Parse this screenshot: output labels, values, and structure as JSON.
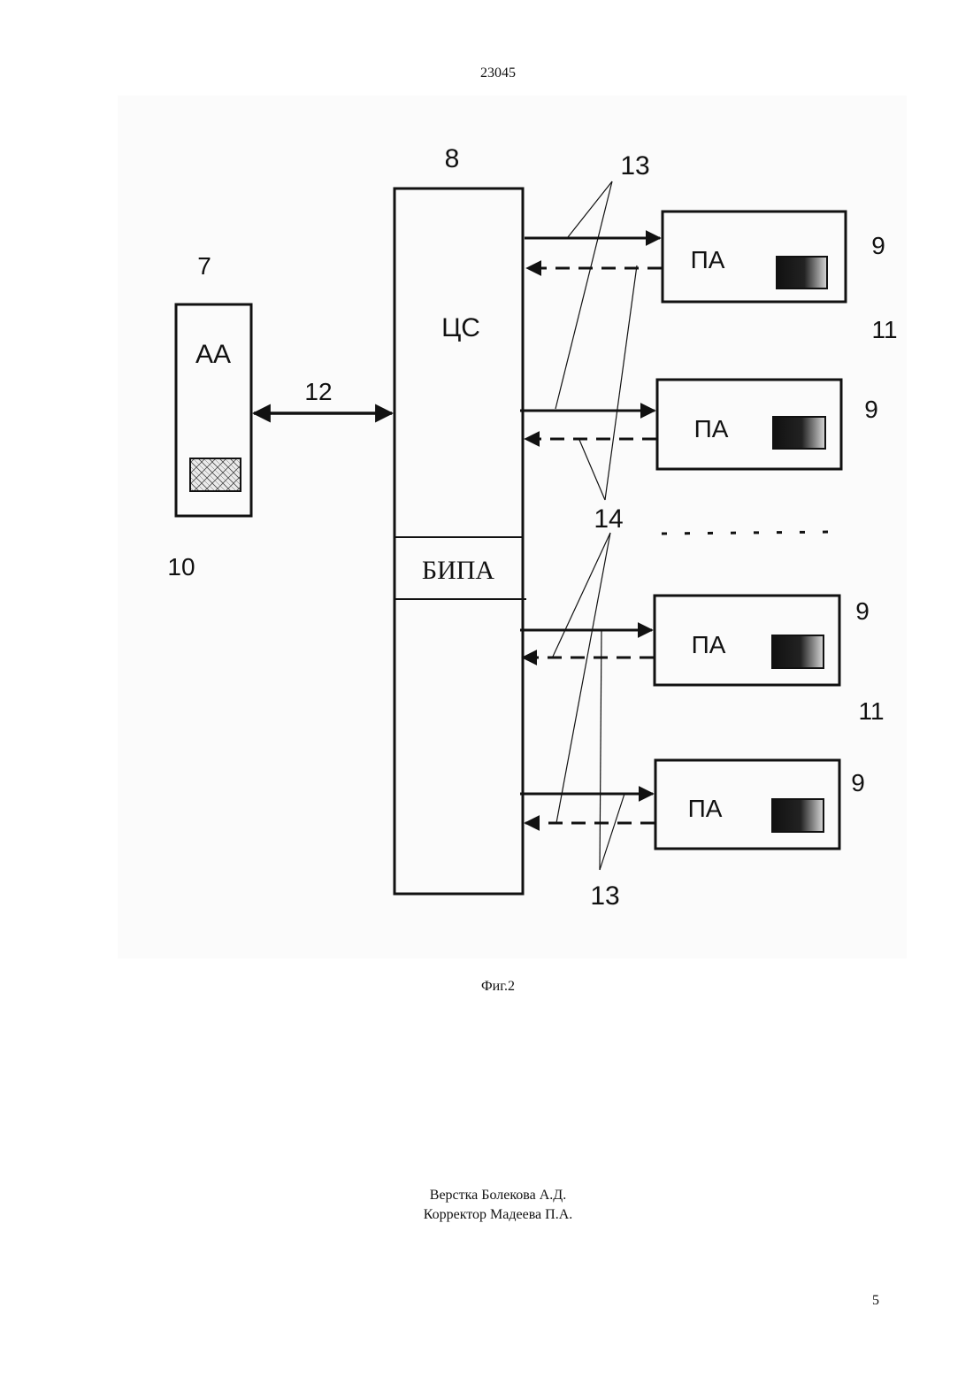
{
  "document": {
    "number": "23045",
    "page_number": "5"
  },
  "figure": {
    "caption": "Фиг.2",
    "blocks": {
      "central_station": {
        "label": "ЦС",
        "ref": "8"
      },
      "interface_unit": {
        "label": "БИПА"
      },
      "subscriber_device": {
        "label": "АА",
        "ref": "7",
        "display_ref": "10"
      },
      "terminals": [
        {
          "label": "ПА",
          "ref": "9"
        },
        {
          "label": "ПА",
          "ref": "9"
        },
        {
          "label": "ПА",
          "ref": "9"
        },
        {
          "label": "ПА",
          "ref": "9"
        }
      ],
      "terminal_display_ref_top": "11",
      "terminal_display_ref_bottom": "11"
    },
    "links": {
      "bidirectional_ref": "12",
      "forward_ref_top": "13",
      "forward_ref_bottom": "13",
      "return_ref": "14"
    }
  },
  "credits": {
    "layout": "Верстка Болекова А.Д.",
    "proofreader": "Корректор Мадеева П.А."
  }
}
